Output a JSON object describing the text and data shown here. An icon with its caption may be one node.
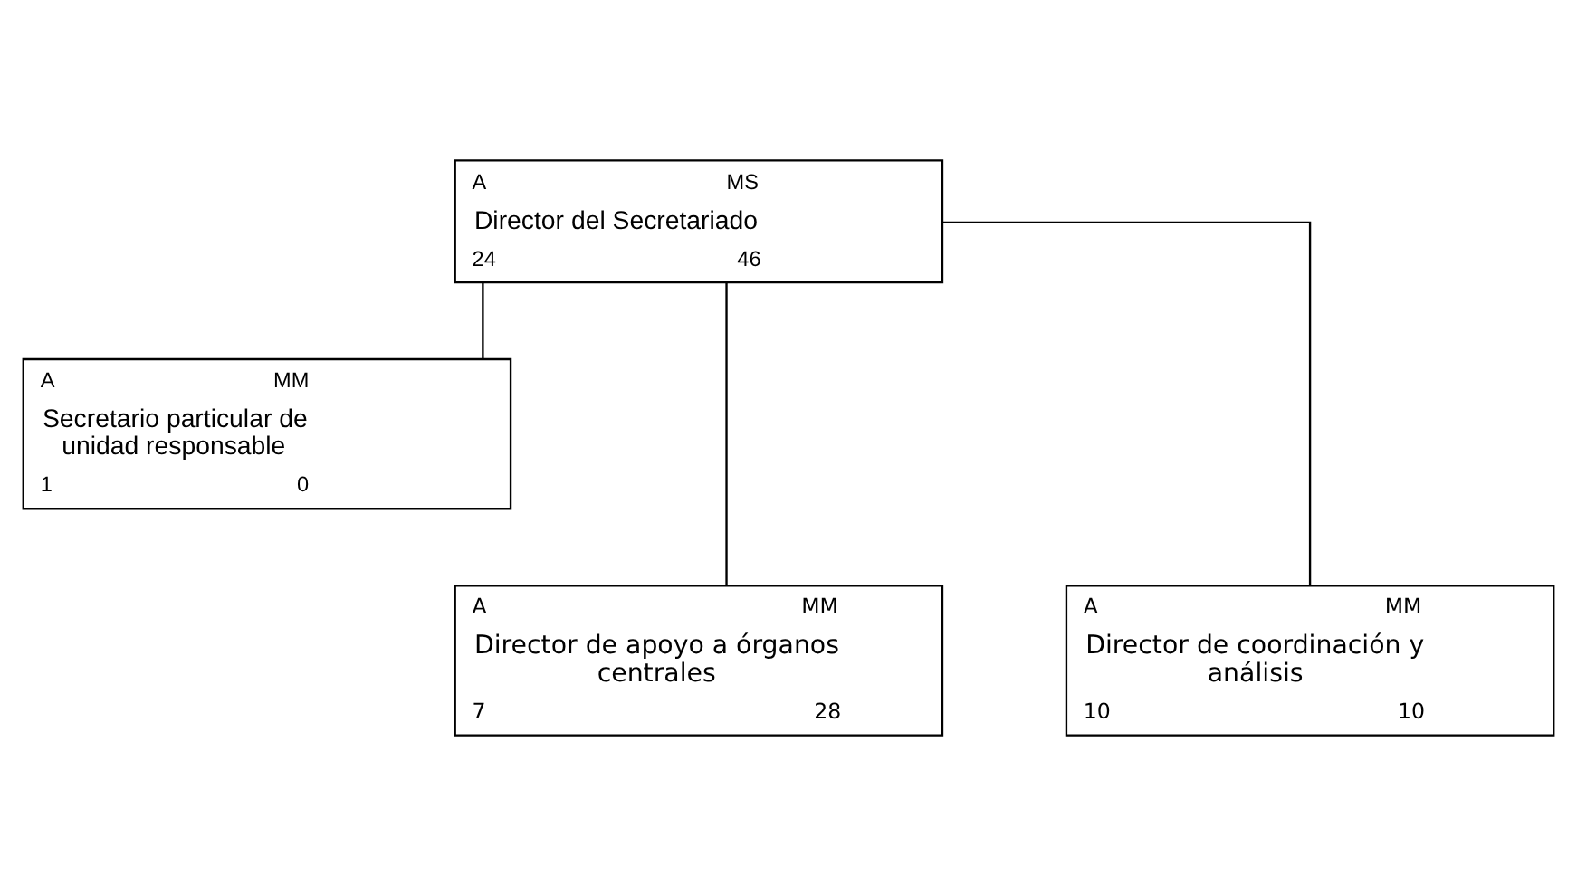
{
  "diagram": {
    "nodes": [
      {
        "text": [
          "A",
          "MS",
          "Director del Secretariado",
          "24",
          "46"
        ]
      },
      {
        "text": [
          "A",
          "MM",
          "Secretario particular de unidad responsable",
          "1",
          "0"
        ]
      },
      {
        "text": [
          "A",
          "MM",
          "Director de apoyo a órganos centrales",
          "7",
          "28"
        ]
      },
      {
        "text": [
          "A",
          "MM",
          "Director de coordinación y análisis",
          "10",
          "10"
        ]
      }
    ],
    "edges": [
      {
        "from": 0,
        "to": 1,
        "arrow": "none"
      },
      {
        "from": 0,
        "to": 2,
        "arrow": "none"
      },
      {
        "from": 0,
        "to": 3,
        "arrow": "none"
      }
    ]
  }
}
